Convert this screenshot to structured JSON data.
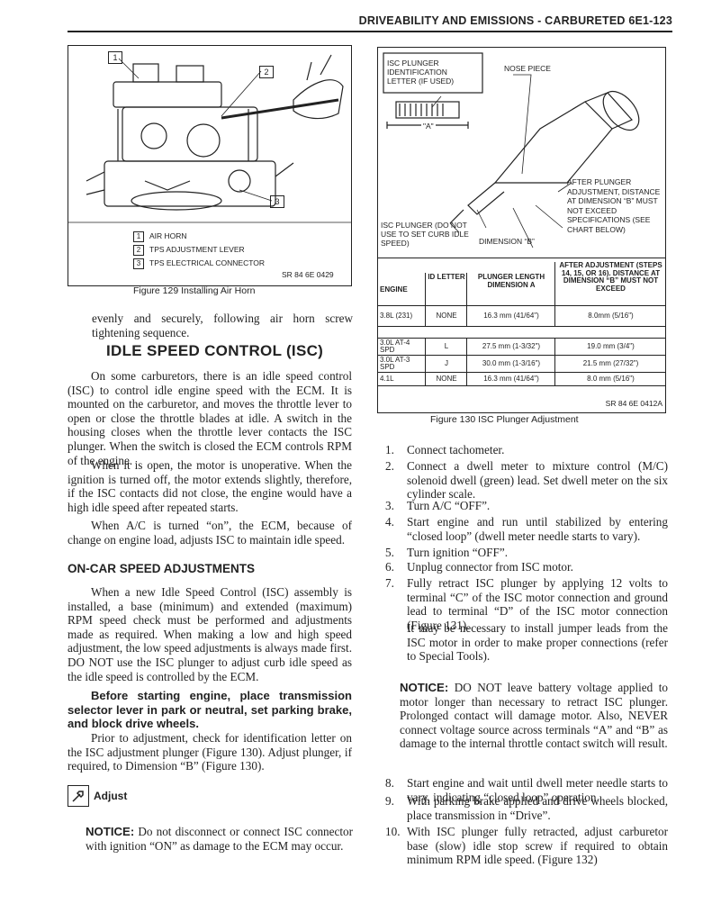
{
  "header": {
    "title": "DRIVEABILITY AND EMISSIONS - CARBURETED 6E1-123"
  },
  "figure129": {
    "callouts": [
      "1",
      "2",
      "3"
    ],
    "legend": [
      {
        "num": "1",
        "label": "AIR HORN"
      },
      {
        "num": "2",
        "label": "TPS ADJUSTMENT LEVER"
      },
      {
        "num": "3",
        "label": "TPS ELECTRICAL CONNECTOR"
      }
    ],
    "ref": "SR 84 6E 0429",
    "caption": "Figure 129 Installing Air Horn"
  },
  "left": {
    "p_intro": "evenly and securely, following air horn screw tightening sequence.",
    "h_isc": "IDLE SPEED CONTROL (ISC)",
    "p1": "On some carburetors, there is an idle speed control (ISC) to control idle engine speed with the ECM. It is mounted on the carburetor, and moves the throttle lever to open or close the throttle blades at idle. A switch in the housing closes when the throttle lever contacts the ISC plunger. When the switch is closed the ECM controls RPM of the engine.",
    "p2": "When it is open, the motor is unoperative. When the ignition is turned off, the motor extends slightly, therefore, if the ISC contacts did not close, the engine would have a high idle speed after repeated starts.",
    "p3": "When A/C is turned “on”, the ECM, because of change on engine load, adjusts ISC to maintain idle speed.",
    "h_oncar": "ON-CAR SPEED ADJUSTMENTS",
    "p4": "When a new Idle Speed Control (ISC) assembly is installed, a base (minimum) and extended (maximum) RPM speed check must be performed and adjustments made as required. When making a low and high speed adjustment, the low speed adjustments is always made first. DO NOT use the ISC plunger to adjust curb idle speed as the idle speed is controlled by the ECM.",
    "warning": "Before starting engine, place transmission selector lever in park or neutral, set parking brake, and block drive wheels.",
    "p5": "Prior to adjustment, check for identification letter on the ISC adjustment plunger (Figure 130). Adjust plunger, if required, to Dimension “B” (Figure 130).",
    "adjust": "Adjust",
    "notice_label": "NOTICE:",
    "notice_text": " Do not disconnect or connect ISC connector with ignition “ON” as damage to the ECM may occur."
  },
  "figure130": {
    "labels": {
      "plunger_id": "ISC PLUNGER IDENTIFICATION LETTER (IF USED)",
      "nose": "NOSE PIECE",
      "dim_a": "\"A\"",
      "after": "AFTER PLUNGER ADJUSTMENT, DISTANCE AT DIMENSION “B” MUST NOT EXCEED SPECIFICATIONS (SEE CHART BELOW)",
      "do_not": "ISC PLUNGER (DO NOT USE TO SET CURB IDLE SPEED)",
      "dim_b": "DIMENSION “B”"
    },
    "table": {
      "headers": [
        "ENGINE",
        "ID LETTER",
        "PLUNGER LENGTH DIMENSION A",
        "AFTER ADJUSTMENT (STEPS 14, 15, OR 16). DISTANCE AT DIMENSION “B” MUST NOT EXCEED"
      ],
      "rows": [
        [
          "3.8L (231)",
          "NONE",
          "16.3 mm (41/64\")",
          "8.0mm (5/16\")"
        ],
        [
          "3.0L AT-4 SPD",
          "L",
          "27.5 mm (1-3/32\")",
          "19.0 mm (3/4\")"
        ],
        [
          "3.0L AT-3 SPD",
          "J",
          "30.0 mm (1-3/16\")",
          "21.5 mm (27/32\")"
        ],
        [
          "4.1L",
          "NONE",
          "16.3 mm (41/64\")",
          "8.0 mm (5/16\")"
        ]
      ]
    },
    "ref": "SR 84 6E 0412A",
    "caption": "Figure 130 ISC Plunger Adjustment"
  },
  "steps": [
    {
      "n": "1.",
      "t": "Connect tachometer."
    },
    {
      "n": "2.",
      "t": "Connect a dwell meter to mixture control (M/C) solenoid dwell (green) lead. Set dwell meter on the six cylinder scale."
    },
    {
      "n": "3.",
      "t": "Turn A/C “OFF”."
    },
    {
      "n": "4.",
      "t": "Start engine and run until stabilized by entering “closed loop” (dwell meter needle starts to vary)."
    },
    {
      "n": "5.",
      "t": "Turn ignition “OFF”."
    },
    {
      "n": "6.",
      "t": "Unplug connector from ISC motor."
    },
    {
      "n": "7.",
      "t": "Fully retract ISC plunger by applying 12 volts to terminal “C” of the ISC motor connection and ground lead to terminal “D” of the ISC motor connection (Figure 131)."
    },
    {
      "n": "",
      "t": "It may be necessary to install jumper leads from the ISC motor in order to make proper connections (refer to Special Tools)."
    },
    {
      "n": "8.",
      "t": "Start engine and wait until dwell meter needle starts to vary, indicating “closed loop” operation."
    },
    {
      "n": "9.",
      "t": "With parking brake applied and drive wheels blocked, place transmission in “Drive”."
    },
    {
      "n": "10.",
      "t": "With ISC plunger fully retracted, adjust carburetor base (slow) idle stop screw if required to obtain minimum RPM idle speed. (Figure 132)"
    }
  ],
  "notice2": {
    "label": "NOTICE:",
    "text": " DO NOT leave battery voltage applied to motor longer than necessary to retract ISC plunger. Prolonged contact will damage motor. Also, NEVER connect voltage source across terminals “A” and “B” as damage to the internal throttle contact switch will result."
  }
}
